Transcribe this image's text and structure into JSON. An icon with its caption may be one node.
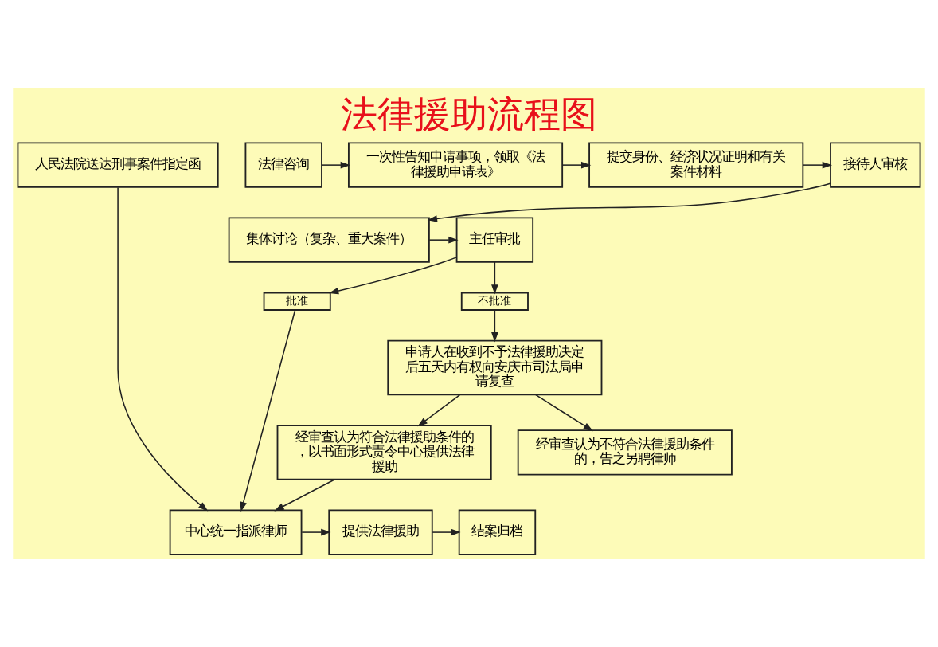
{
  "diagram": {
    "title": "法律援助流程图",
    "nodes": [
      {
        "text": [
          "人民法院送达刑事案件指定函"
        ]
      },
      {
        "text": [
          "法律咨询"
        ]
      },
      {
        "text": [
          "一次性告知申请事项，领取《法律援助申请表》"
        ]
      },
      {
        "text": [
          "提交身份、经济状况证明和有关案件材料"
        ]
      },
      {
        "text": [
          "接待人审核"
        ]
      },
      {
        "text": [
          "集体讨论（复杂、重大案件）"
        ]
      },
      {
        "text": [
          "主任审批"
        ]
      },
      {
        "text": [
          "批准"
        ]
      },
      {
        "text": [
          "不批准"
        ]
      },
      {
        "text": [
          "申请人在收到不予法律援助决定后五天内有权向安庆市司法局申请复查"
        ]
      },
      {
        "text": [
          "经审查认为符合法律援助条件的，以书面形式责令中心提供法律援助"
        ]
      },
      {
        "text": [
          "经审查认为不符合法律援助条件的，告之另聘律师"
        ]
      },
      {
        "text": [
          "中心统一指派律师"
        ]
      },
      {
        "text": [
          "提供法律援助"
        ]
      },
      {
        "text": [
          "结案归档"
        ]
      }
    ],
    "edges": [
      {
        "from": 0,
        "to": 12,
        "arrow": "to"
      },
      {
        "from": 1,
        "to": 2,
        "arrow": "to"
      },
      {
        "from": 2,
        "to": 3,
        "arrow": "to"
      },
      {
        "from": 3,
        "to": 4,
        "arrow": "to"
      },
      {
        "from": 4,
        "to": 5,
        "arrow": "to"
      },
      {
        "from": 5,
        "to": 6,
        "arrow": "to"
      },
      {
        "from": 6,
        "to": 7,
        "arrow": "to"
      },
      {
        "from": 6,
        "to": 8,
        "arrow": "to"
      },
      {
        "from": 7,
        "to": 12,
        "arrow": "to"
      },
      {
        "from": 8,
        "to": 9,
        "arrow": "to"
      },
      {
        "from": 9,
        "to": 10,
        "arrow": "to"
      },
      {
        "from": 9,
        "to": 11,
        "arrow": "to"
      },
      {
        "from": 10,
        "to": 12,
        "arrow": "to"
      },
      {
        "from": 12,
        "to": 13,
        "arrow": "to"
      },
      {
        "from": 13,
        "to": 14,
        "arrow": "to"
      }
    ]
  }
}
